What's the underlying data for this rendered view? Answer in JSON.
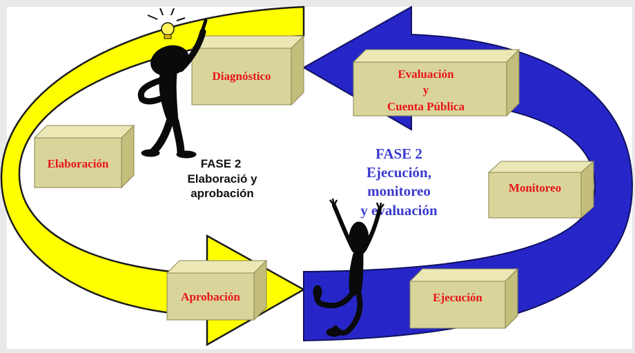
{
  "diagram": {
    "boxes": {
      "diagnostico": "Diagnóstico",
      "elaboracion": "Elaboración",
      "aprobacion": "Aprobación",
      "evaluacion_line1": "Evaluación",
      "evaluacion_line2": "y",
      "evaluacion_line3": "Cuenta Pública",
      "monitoreo": "Monitoreo",
      "ejecucion": "Ejecución"
    },
    "phase_left": {
      "line1": "FASE 2",
      "line2": "Elaboració y",
      "line3": "aprobación"
    },
    "phase_right": {
      "line1": "FASE 2",
      "line2": "Ejecución,",
      "line3": "monitoreo",
      "line4": "y evaluación"
    },
    "colors": {
      "yellow_arrow": "#ffff00",
      "blue_arrow": "#2626c8",
      "box_front": "#d9d49a",
      "box_top": "#ece8b6",
      "box_side": "#c4be7c",
      "box_text": "#e8141a",
      "phase_right_text": "#3a3ad0"
    },
    "figures": [
      "thinking-figure",
      "jumping-figure"
    ],
    "icons": [
      "lightbulb-icon"
    ]
  }
}
